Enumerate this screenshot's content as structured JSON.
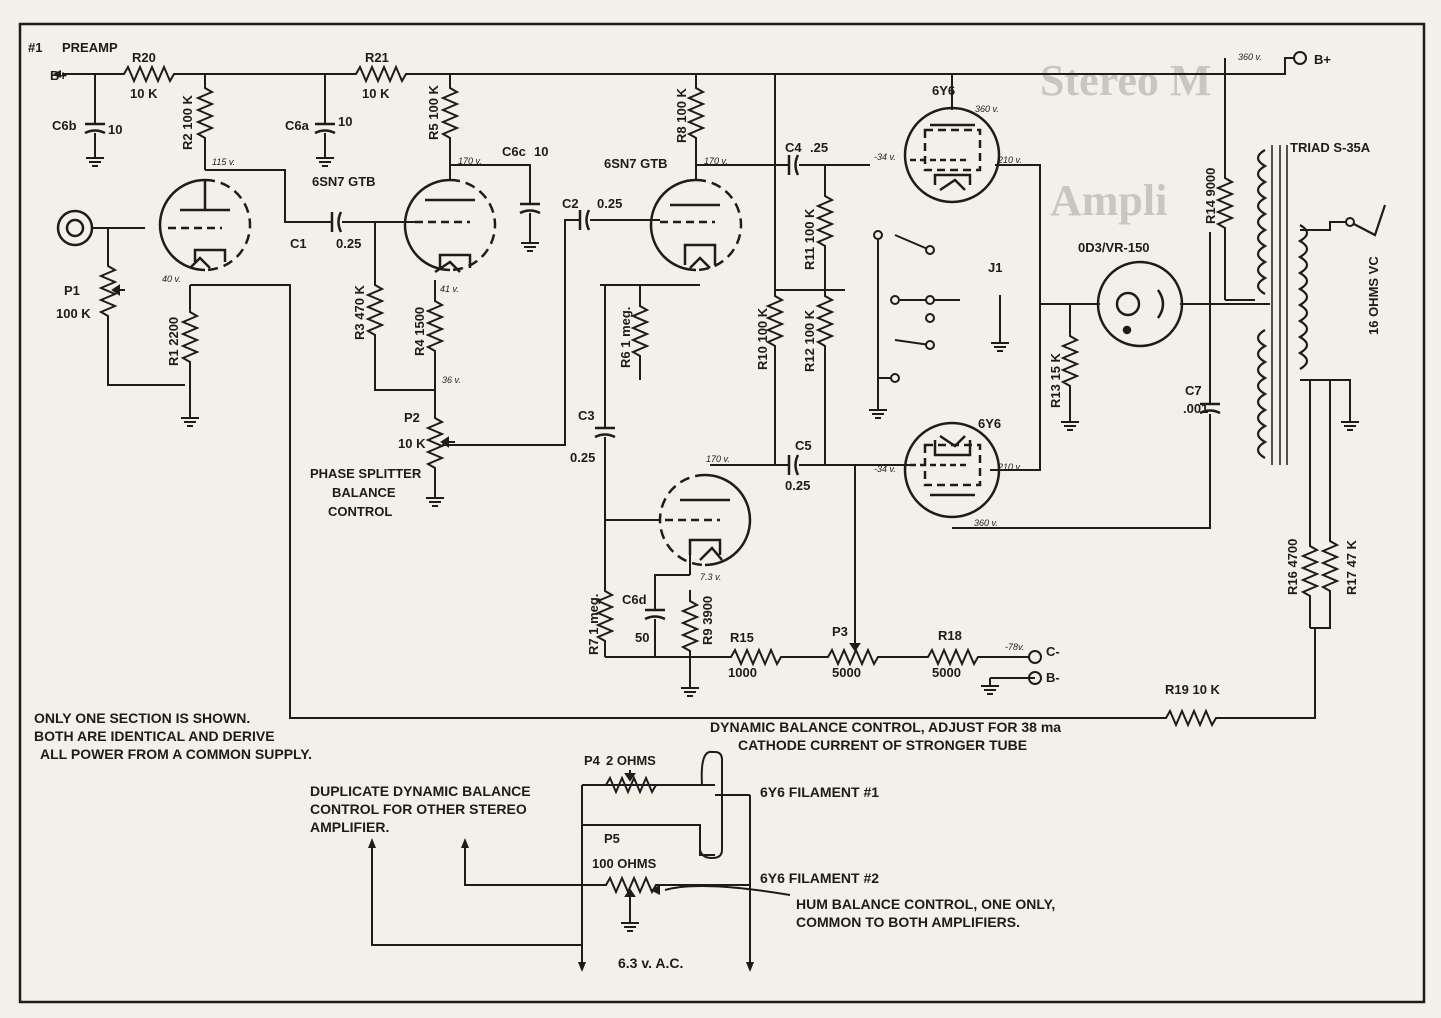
{
  "header": {
    "section": "#1",
    "title": "PREAMP"
  },
  "supply": {
    "b_plus": "B+",
    "b_plus_right": "B+",
    "b_minus": "B-",
    "c_minus": "C-",
    "rail_voltage": "360 v.",
    "bias_voltage": "-78v."
  },
  "tubes": {
    "v1": {
      "name": "6SN7 GTB",
      "plate_v": "115 v.",
      "cathode_v": "40 v."
    },
    "v2": {
      "name": "6SN7 GTB",
      "plate_v1": "170 v.",
      "plate_v2": "170 v.",
      "cathode_v": "41 v.",
      "tail_v": "36 v.",
      "lower_plate_v": "170 v.",
      "lower_cathode_v": "7.3 v."
    },
    "out_top": {
      "name": "6Y6",
      "plate_v": "360 v.",
      "grid_v": "-34 v.",
      "screen_v": "210 v."
    },
    "out_bottom": {
      "name": "6Y6",
      "plate_v": "360 v.",
      "grid_v": "-34 v.",
      "screen_v": "210 v."
    },
    "regulator": {
      "name": "0D3/VR-150"
    }
  },
  "components": {
    "r20": {
      "ref": "R20",
      "value": "10 K"
    },
    "r21": {
      "ref": "R21",
      "value": "10 K"
    },
    "r2": {
      "label": "R2 100 K"
    },
    "r5": {
      "label": "R5 100 K"
    },
    "r8": {
      "label": "R8 100 K"
    },
    "r1": {
      "label": "R1 2200"
    },
    "r3": {
      "label": "R3 470 K"
    },
    "r4": {
      "label": "R4 1500"
    },
    "r6": {
      "label": "R6 1 meg."
    },
    "r7": {
      "label": "R7 1 meg."
    },
    "r9": {
      "label": "R9 3900"
    },
    "r10": {
      "label": "R10 100 K"
    },
    "r11": {
      "label": "R11 100 K"
    },
    "r12": {
      "label": "R12 100 K"
    },
    "r13": {
      "label": "R13 15 K"
    },
    "r14": {
      "label": "R14 9000"
    },
    "r15": {
      "ref": "R15",
      "value": "1000"
    },
    "r16": {
      "label": "R16 4700"
    },
    "r17": {
      "label": "R17 47 K"
    },
    "r18": {
      "ref": "R18",
      "value": "5000"
    },
    "r19": {
      "label": "R19 10 K"
    },
    "p1": {
      "ref": "P1",
      "value": "100 K"
    },
    "p2": {
      "ref": "P2",
      "value": "10 K"
    },
    "p3": {
      "ref": "P3",
      "value": "5000"
    },
    "p4": {
      "ref": "P4",
      "value": "2 OHMS"
    },
    "p5": {
      "ref": "P5",
      "value": "100 OHMS"
    },
    "c6b": {
      "ref": "C6b",
      "value": "10"
    },
    "c6a": {
      "ref": "C6a",
      "value": "10"
    },
    "c6c": {
      "ref": "C6c",
      "value": "10"
    },
    "c6d": {
      "ref": "C6d",
      "value": "50"
    },
    "c1": {
      "ref": "C1",
      "value": "0.25"
    },
    "c2": {
      "ref": "C2",
      "value": "0.25"
    },
    "c3": {
      "ref": "C3",
      "value": "0.25"
    },
    "c4": {
      "ref": "C4",
      "value": ".25"
    },
    "c5": {
      "ref": "C5",
      "value": "0.25"
    },
    "c7": {
      "ref": "C7",
      "value": ".001"
    },
    "j1": {
      "ref": "J1"
    },
    "transformer": {
      "name": "TRIAD S-35A"
    },
    "speaker": {
      "label": "16 OHMS VC"
    }
  },
  "notes": {
    "phase_splitter": [
      "PHASE SPLITTER",
      "BALANCE",
      "CONTROL"
    ],
    "one_section": [
      "ONLY ONE SECTION IS SHOWN.",
      "BOTH ARE IDENTICAL AND DERIVE",
      "ALL POWER FROM A COMMON SUPPLY."
    ],
    "dynamic_balance": [
      "DYNAMIC BALANCE CONTROL, ADJUST FOR 38 ma",
      "CATHODE CURRENT OF STRONGER TUBE"
    ],
    "duplicate": [
      "DUPLICATE DYNAMIC BALANCE",
      "CONTROL FOR OTHER STEREO",
      "AMPLIFIER."
    ],
    "filament1": "6Y6 FILAMENT #1",
    "filament2": "6Y6 FILAMENT #2",
    "hum": [
      "HUM BALANCE CONTROL, ONE ONLY,",
      "COMMON TO BOTH AMPLIFIERS."
    ],
    "ac": "6.3 v. A.C."
  },
  "background_text": {
    "line1": "Stereo M",
    "line2": "Ampli"
  },
  "colors": {
    "paper": "#f3f0ea",
    "ink": "#1d1c1a"
  }
}
